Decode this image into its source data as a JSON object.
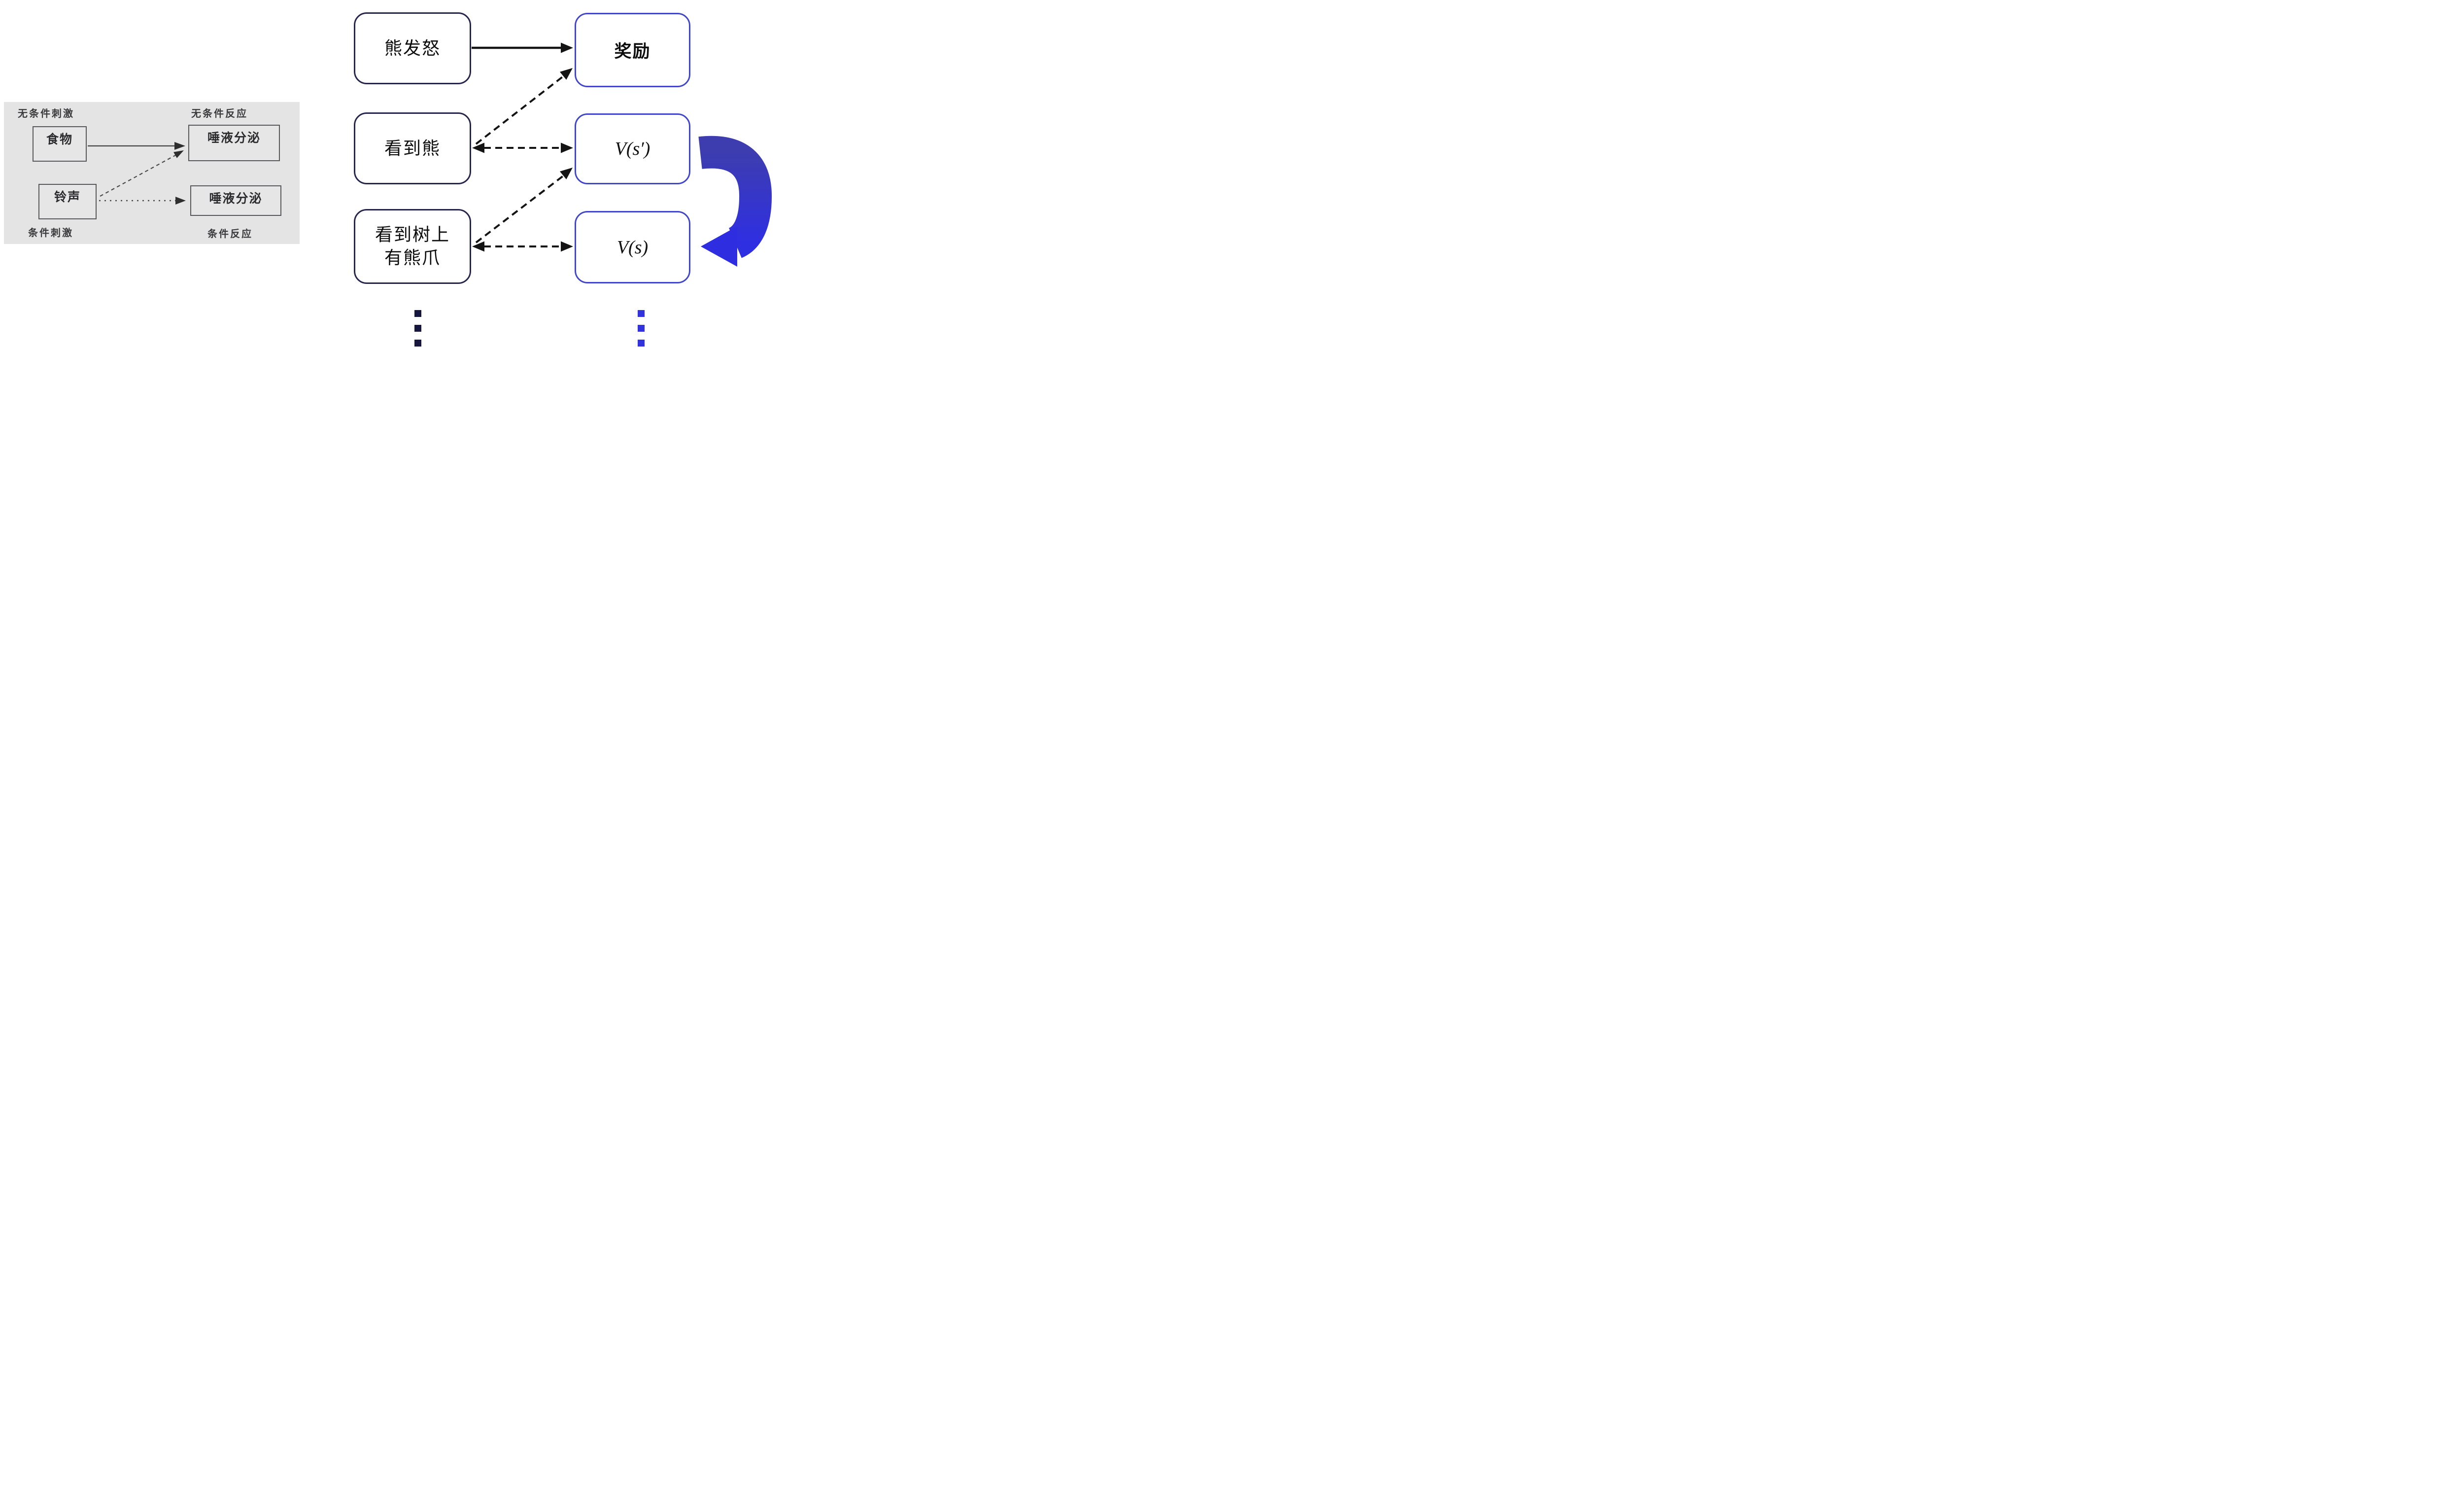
{
  "pavlov_panel": {
    "label_unconditioned_stimulus": "无条件刺激",
    "label_unconditioned_response": "无条件反应",
    "label_conditioned_stimulus": "条件刺激",
    "label_conditioned_response": "条件反应",
    "box_food": "食物",
    "box_salivation_top": "唾液分泌",
    "box_bell": "铃声",
    "box_salivation_bottom": "唾液分泌"
  },
  "rl_diagram": {
    "box_bear_anger": "熊发怒",
    "box_reward": "奖励",
    "box_see_bear": "看到熊",
    "box_value_next_state": "V(s′)",
    "box_see_claw_line1": "看到树上",
    "box_see_claw_line2": "有熊爪",
    "box_value_state": "V(s)"
  },
  "colors": {
    "panel_background": "#e4e4e4",
    "panel_line": "#454545",
    "left_box_border": "#26264d",
    "right_box_border": "#4147c6",
    "black_arrow": "#141414",
    "blue_arrow_top": "#3d3daf",
    "blue_arrow_bottom": "#2f2fe2",
    "dots_left_column": "#16163e",
    "dots_right_column": "#3333dd"
  }
}
